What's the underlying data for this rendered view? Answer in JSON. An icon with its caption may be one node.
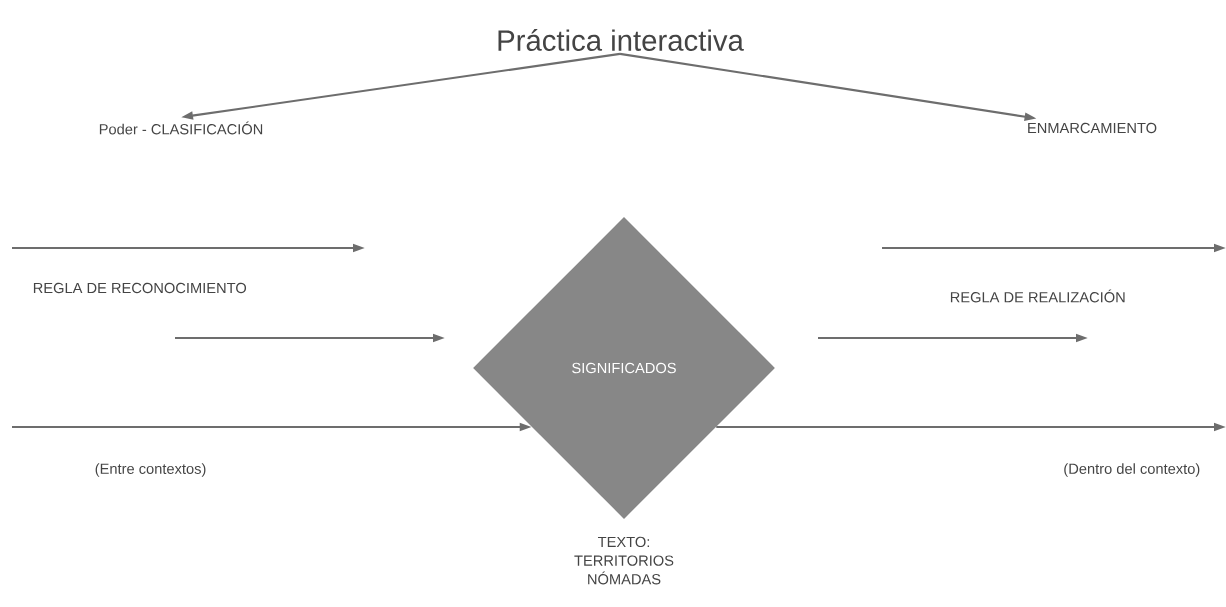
{
  "diagram": {
    "nodes": [
      {
        "text": [
          "Práctica interactiva"
        ]
      },
      {
        "text": [
          "Poder - CLASIFICACIÓN"
        ]
      },
      {
        "text": [
          "ENMARCAMIENTO"
        ]
      },
      {
        "text": [
          "SIGNIFICADOS"
        ],
        "beside": [
          "TEXTO: TERRITORIOS NÓMADAS"
        ]
      }
    ],
    "edges": [
      {
        "from": 0,
        "to": 1,
        "arrow": "to"
      },
      {
        "from": 0,
        "to": 2,
        "arrow": "to"
      },
      {
        "from": null,
        "to": 3,
        "arrow": "to"
      },
      {
        "from": 3,
        "to": null,
        "arrow": "to"
      }
    ],
    "labels": [
      "REGLA DE RECONOCIMIENTO",
      "REGLA DE REALIZACIÓN",
      "(Entre contextos)",
      "(Dentro del contexto)"
    ]
  }
}
